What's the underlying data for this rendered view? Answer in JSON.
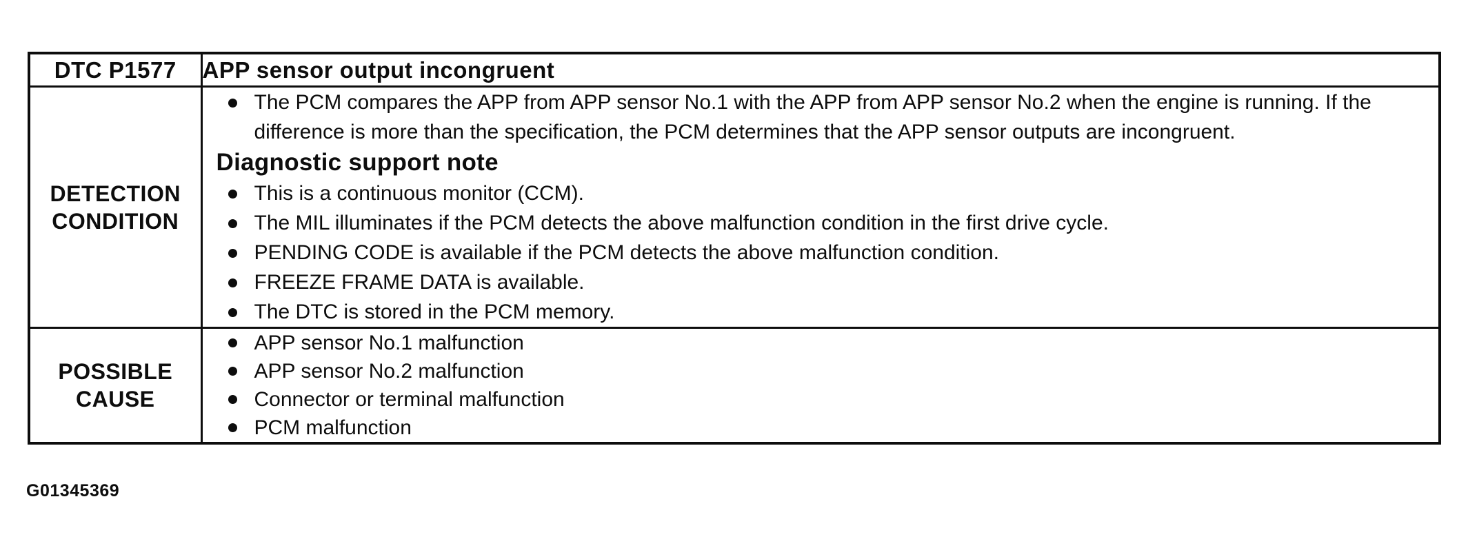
{
  "table": {
    "header": {
      "code": "DTC P1577",
      "title": "APP sensor output incongruent"
    },
    "detection": {
      "label": "DETECTION CONDITION",
      "main_bullets": [
        "The PCM compares the APP from APP sensor No.1 with the APP from APP sensor No.2 when the engine is running. If the difference is more than the specification, the PCM determines that the APP sensor outputs are incongruent."
      ],
      "note_heading": "Diagnostic support note",
      "support_bullets": [
        "This is a continuous monitor (CCM).",
        "The MIL illuminates if the PCM detects the above malfunction condition in the first drive cycle.",
        "PENDING CODE is available if the PCM detects the above malfunction condition.",
        "FREEZE FRAME DATA is available.",
        "The DTC is stored in the PCM memory."
      ]
    },
    "possible_cause": {
      "label": "POSSIBLE CAUSE",
      "bullets": [
        "APP sensor No.1 malfunction",
        "APP sensor No.2 malfunction",
        "Connector or terminal malfunction",
        "PCM malfunction"
      ]
    }
  },
  "footer": {
    "figure_id": "G01345369"
  },
  "colors": {
    "ink": "#0d0d0d",
    "paper": "#ffffff"
  }
}
